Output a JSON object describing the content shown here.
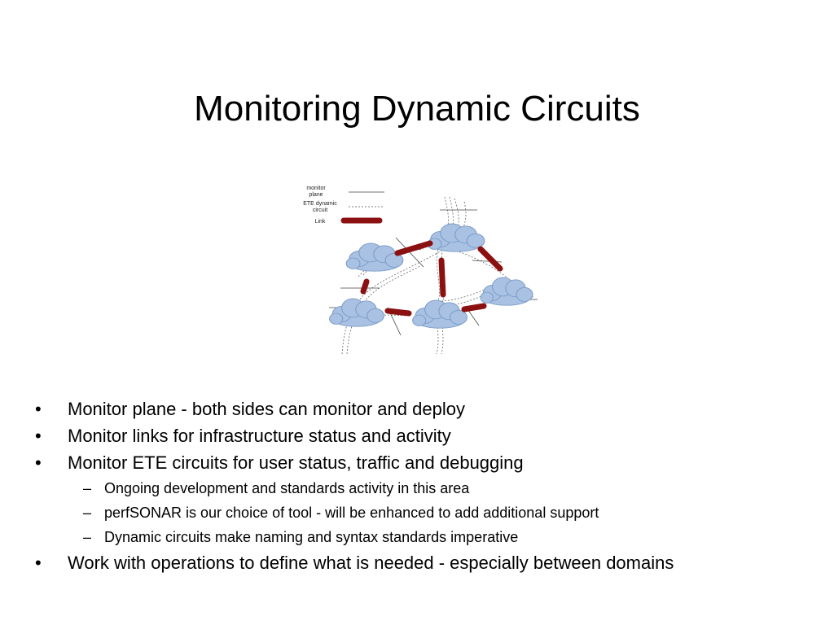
{
  "slide": {
    "title": "Monitoring Dynamic Circuits"
  },
  "diagram": {
    "legend": {
      "monitor_plane_line1": "monitor",
      "monitor_plane_line2": "plane",
      "ete_line1": "ETE dynamic",
      "ete_line2": "circuit",
      "link": "Link"
    },
    "colors": {
      "cloud_fill": "#a9c1e2",
      "cloud_stroke": "#7f9fc9",
      "link": "#8b1010"
    }
  },
  "bullets": [
    {
      "marker": "•",
      "text": "Monitor plane - both sides can monitor and deploy"
    },
    {
      "marker": "•",
      "text": "Monitor links for infrastructure status and activity"
    },
    {
      "marker": "•",
      "text": "Monitor ETE circuits for user status, traffic  and debugging"
    },
    {
      "marker": "–",
      "text": "Ongoing development and standards activity in this area"
    },
    {
      "marker": "–",
      "text": "perfSONAR is our choice of tool - will be enhanced to add additional support"
    },
    {
      "marker": "–",
      "text": "Dynamic circuits make naming and syntax standards imperative"
    },
    {
      "marker": "•",
      "text": "Work with operations to define what is needed - especially between domains"
    }
  ]
}
